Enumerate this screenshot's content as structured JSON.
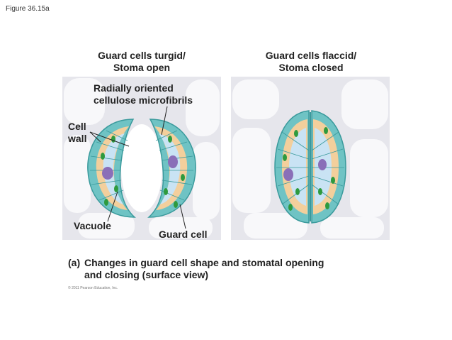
{
  "figure_label": "Figure 36.15a",
  "panels": {
    "left": {
      "title_line1": "Guard cells turgid/",
      "title_line2": "Stoma open"
    },
    "right": {
      "title_line1": "Guard cells flaccid/",
      "title_line2": "Stoma closed"
    }
  },
  "labels": {
    "microfibrils_line1": "Radially oriented",
    "microfibrils_line2": "cellulose microfibrils",
    "cell_wall_line1": "Cell",
    "cell_wall_line2": "wall",
    "vacuole": "Vacuole",
    "guard_cell": "Guard cell"
  },
  "caption": {
    "part": "(a)",
    "line1": "Changes in guard cell shape and stomatal opening",
    "line2": "and closing (surface view)"
  },
  "copyright": "© 2011 Pearson Education, Inc.",
  "colors": {
    "epidermis_bg": "#e9e9ee",
    "epidermal_cell": "#f7f7f9",
    "guard_wall": "#6fc3c4",
    "guard_wall_edge": "#3a9a9c",
    "vacuole": "#c9e3f4",
    "cytoplasm": "#f3cf9c",
    "chloroplast": "#2e9a3e",
    "nucleus": "#8a6fb8"
  }
}
